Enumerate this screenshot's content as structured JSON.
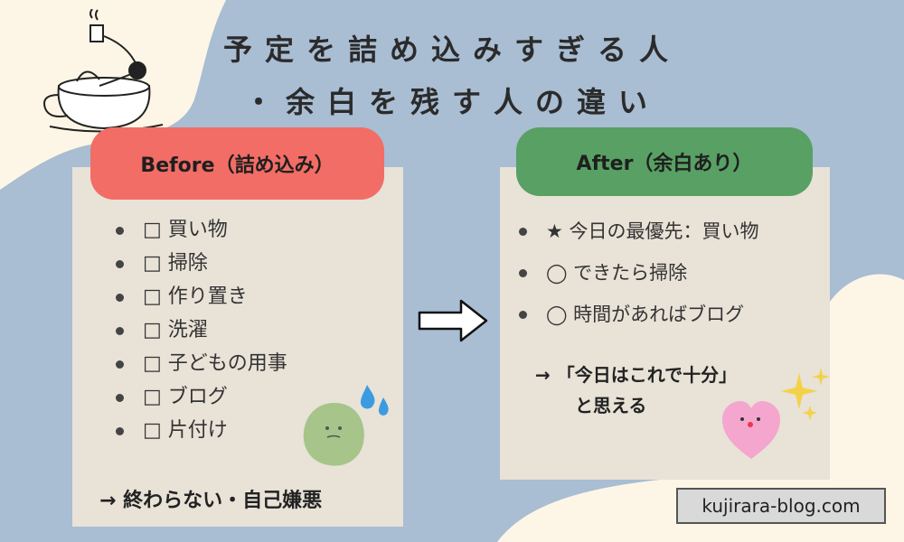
{
  "title": {
    "line1": "予定を詰め込みすぎる人",
    "line2": "・余白を残す人の違い"
  },
  "before": {
    "header": "Before（詰め込み）",
    "items": [
      "□ 買い物",
      "□ 掃除",
      "□ 作り置き",
      "□ 洗濯",
      "□ 子どもの用事",
      "□ ブログ",
      "□ 片付け"
    ],
    "result": "→ 終わらない・自己嫌悪"
  },
  "after": {
    "header": "After（余白あり）",
    "items": [
      "★ 今日の最優先：買い物",
      "◯ できたら掃除",
      "◯ 時間があればブログ"
    ],
    "result_line1": "→ 「今日はこれで十分」",
    "result_line2": "と思える"
  },
  "footer": {
    "domain": "kujirara-blog.com"
  },
  "colors": {
    "background": "#a9bdd3",
    "cream": "#fdf6e6",
    "card": "#e8e2d7",
    "before_accent": "#f26d65",
    "after_accent": "#58a064"
  },
  "icons": [
    "coffee-cup-woman-illustration",
    "arrow-right-icon",
    "sweating-blob-icon",
    "sweat-drops-icon",
    "pink-heart-icon",
    "sparkle-icon"
  ]
}
